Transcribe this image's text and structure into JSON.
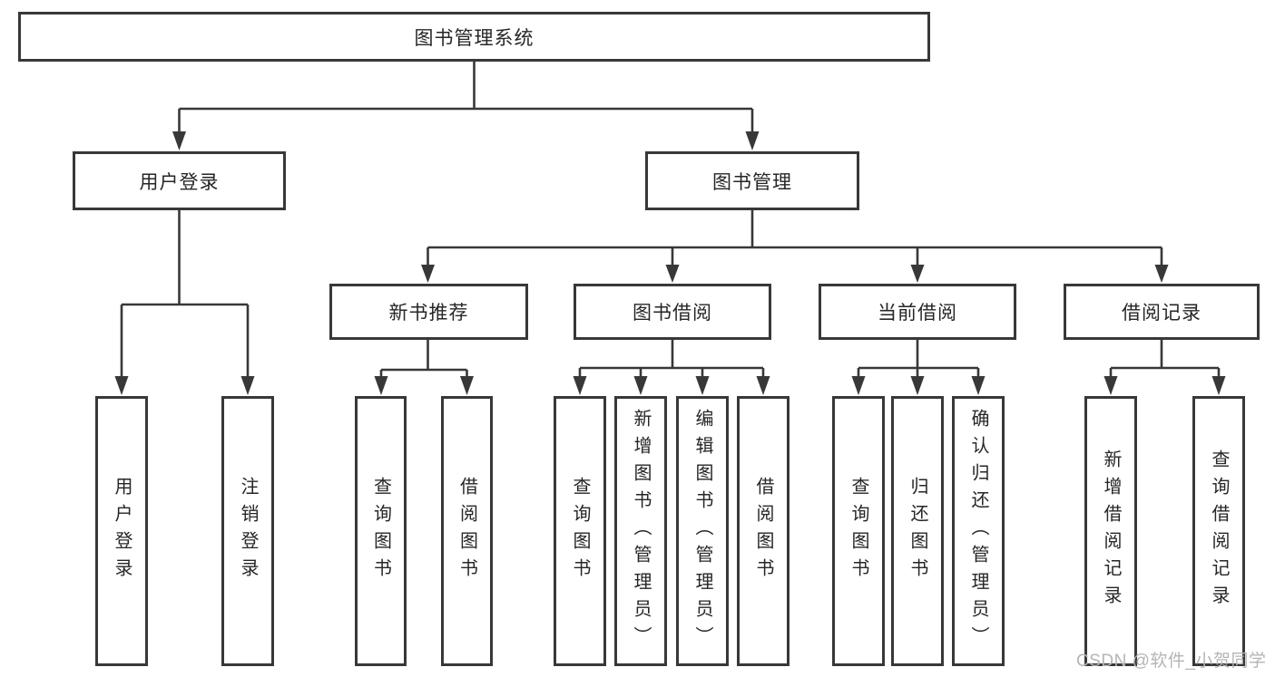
{
  "diagram_type": "hierarchy-tree",
  "tree": {
    "root": "图书管理系统",
    "children": [
      {
        "label": "用户登录",
        "children": [
          {
            "label": "用户登录"
          },
          {
            "label": "注销登录"
          }
        ]
      },
      {
        "label": "图书管理",
        "children": [
          {
            "label": "新书推荐",
            "children": [
              {
                "label": "查询图书"
              },
              {
                "label": "借阅图书"
              }
            ]
          },
          {
            "label": "图书借阅",
            "children": [
              {
                "label": "查询图书"
              },
              {
                "label": "新增图书（管理员）"
              },
              {
                "label": "编辑图书（管理员）"
              },
              {
                "label": "借阅图书"
              }
            ]
          },
          {
            "label": "当前借阅",
            "children": [
              {
                "label": "查询图书"
              },
              {
                "label": "归还图书"
              },
              {
                "label": "确认归还（管理员）"
              }
            ]
          },
          {
            "label": "借阅记录",
            "children": [
              {
                "label": "新增借阅记录"
              },
              {
                "label": "查询借阅记录"
              }
            ]
          }
        ]
      }
    ]
  },
  "watermark": {
    "text": "CSDN @软件_小贺同学"
  },
  "colors": {
    "line": "#383838",
    "arrow_fill": "#383838",
    "box_border": "#383838",
    "text": "#262626",
    "background": "#ffffff",
    "watermark": "#b5b5b5"
  }
}
